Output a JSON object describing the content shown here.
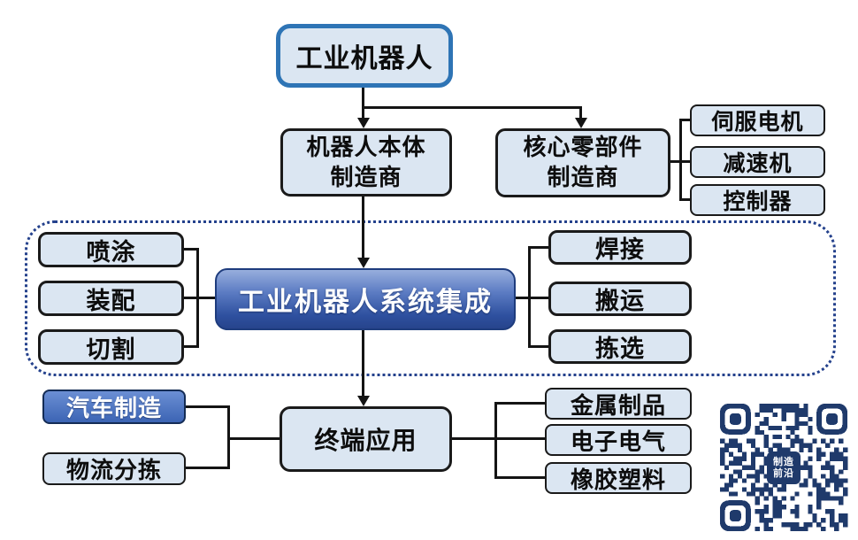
{
  "root": {
    "label": "工业机器人"
  },
  "tier2": {
    "body_mfr": {
      "line1": "机器人本体",
      "line2": "制造商"
    },
    "core_mfr": {
      "line1": "核心零部件",
      "line2": "制造商"
    }
  },
  "components": [
    {
      "label": "伺服电机"
    },
    {
      "label": "减速机"
    },
    {
      "label": "控制器"
    }
  ],
  "integration": {
    "label": "工业机器人系统集成"
  },
  "processes_left": [
    {
      "label": "喷涂"
    },
    {
      "label": "装配"
    },
    {
      "label": "切割"
    }
  ],
  "processes_right": [
    {
      "label": "焊接"
    },
    {
      "label": "搬运"
    },
    {
      "label": "拣选"
    }
  ],
  "terminal": {
    "label": "终端应用"
  },
  "applications_left": [
    {
      "label": "汽车制造",
      "highlighted": true
    },
    {
      "label": "物流分拣",
      "highlighted": false
    }
  ],
  "applications_right": [
    {
      "label": "金属制品"
    },
    {
      "label": "电子电气"
    },
    {
      "label": "橡胶塑料"
    }
  ],
  "qr": {
    "center_line1": "制造",
    "center_line2": "前沿"
  },
  "colors": {
    "box_fill": "#dbe6f2",
    "root_border": "#2e74b5",
    "integration_gradient_top": "#97aedd",
    "integration_gradient_bottom": "#27448c",
    "highlight_fill": "#3c64b4",
    "dotted_border": "#24418c",
    "qr_navy": "#1f3a6b",
    "connector": "#141414"
  }
}
